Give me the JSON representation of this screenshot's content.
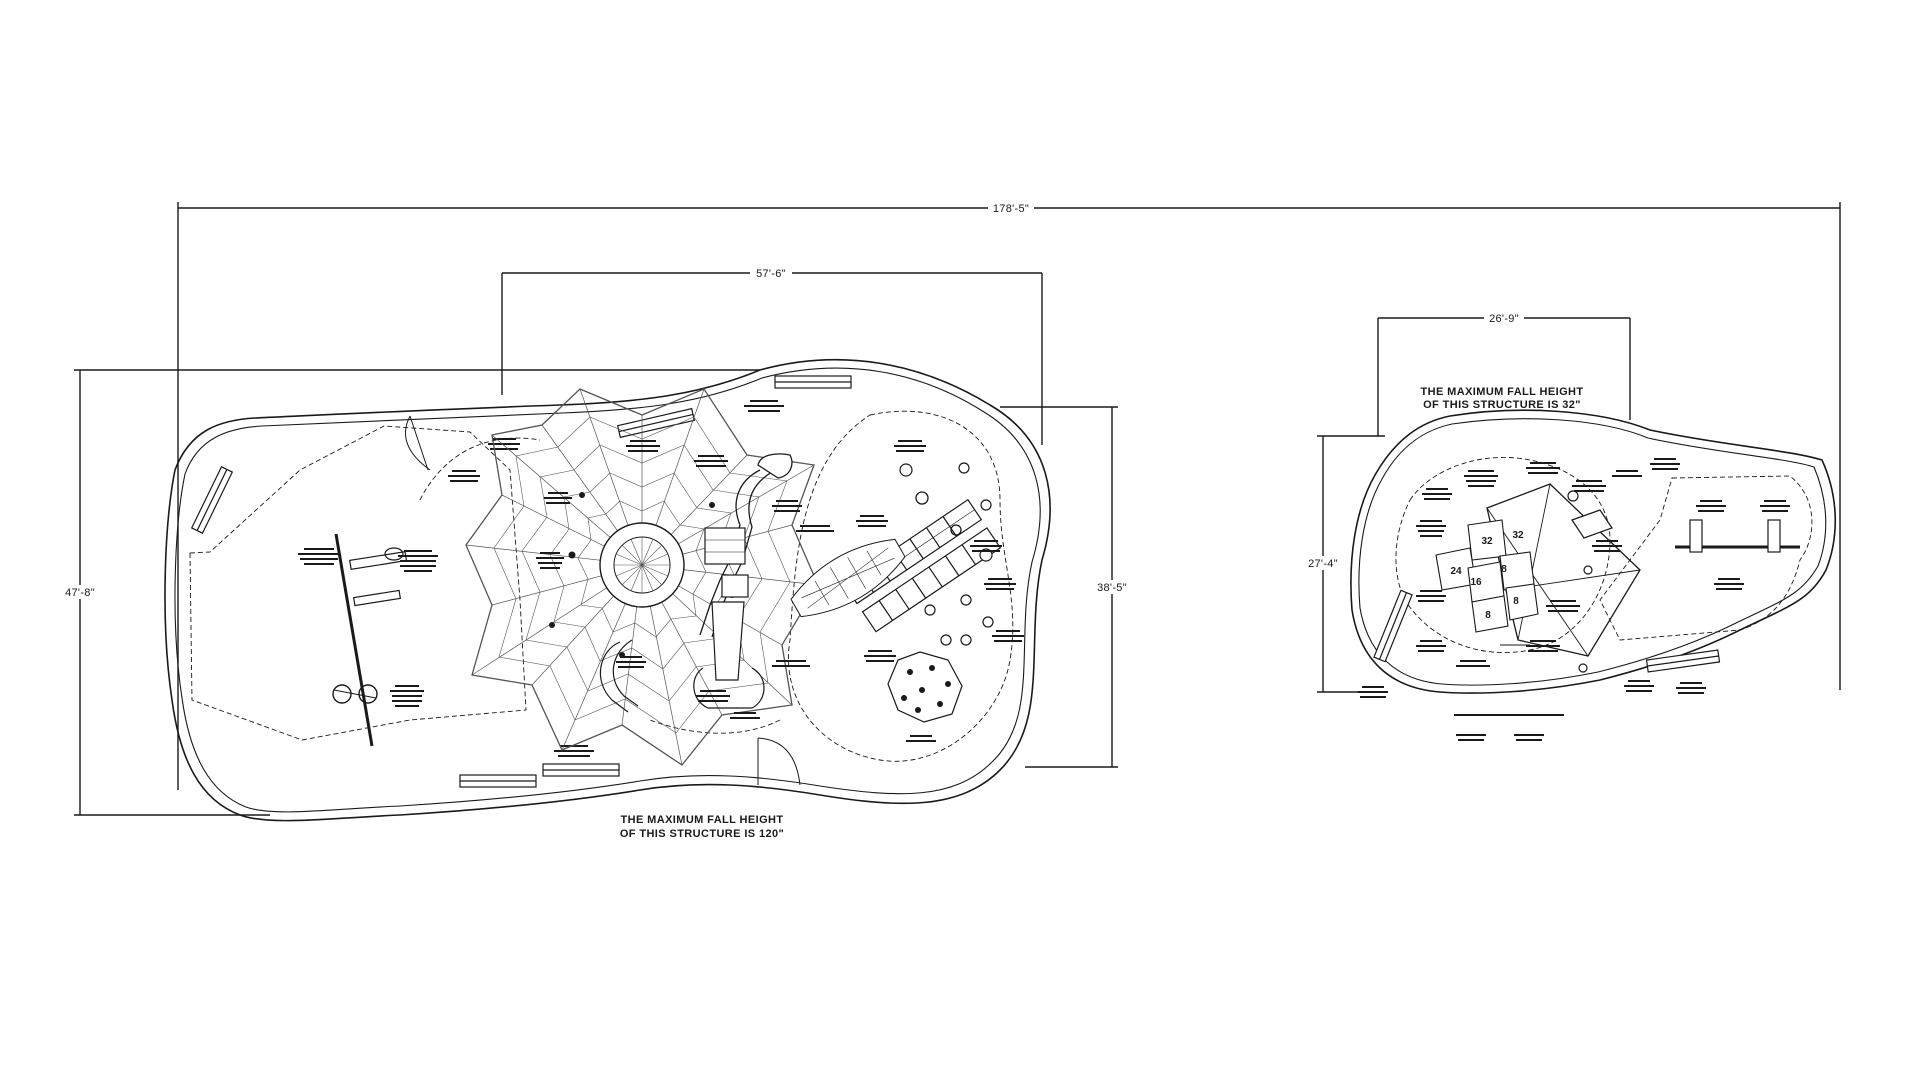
{
  "dimensions": {
    "overall_width": "178'-5\"",
    "left_structure_width": "57'-6\"",
    "left_overall_depth": "47'-8\"",
    "left_structure_depth": "38'-5\"",
    "right_structure_width": "26'-9\"",
    "right_overall_depth": "27'-4\""
  },
  "left_structure": {
    "fall_height_line1": "THE MAXIMUM FALL HEIGHT",
    "fall_height_line2": "OF THIS STRUCTURE IS 120\""
  },
  "right_structure": {
    "fall_height_line1": "THE MAXIMUM FALL HEIGHT",
    "fall_height_line2": "OF THIS STRUCTURE IS 32\"",
    "deck_heights": [
      "32",
      "32",
      "24",
      "16",
      "8",
      "8",
      "8"
    ]
  },
  "colors": {
    "line": "#1a1a1a",
    "mesh": "#555555",
    "background": "#ffffff"
  }
}
